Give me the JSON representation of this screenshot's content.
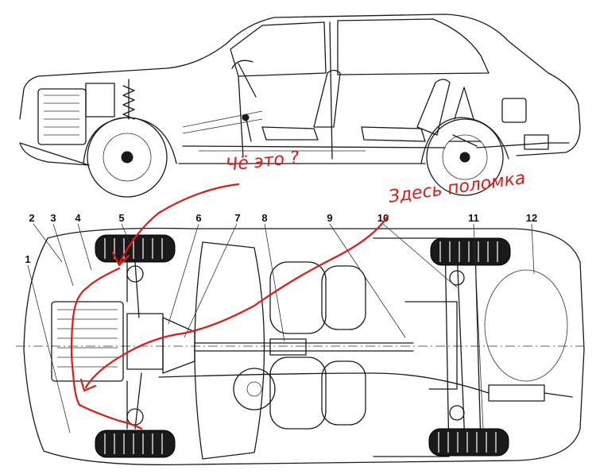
{
  "callout_numbers": [
    "1",
    "2",
    "3",
    "4",
    "5",
    "6",
    "7",
    "8",
    "9",
    "10",
    "11",
    "12"
  ],
  "handwritten_notes": {
    "question": "Чё это ?",
    "answer": "Здесь поломка"
  },
  "colors": {
    "line_art": "#1a1a1a",
    "annotation": "#e01818",
    "background": "#ffffff"
  }
}
